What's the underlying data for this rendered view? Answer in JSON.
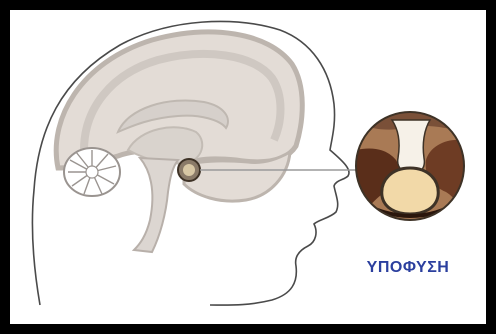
{
  "diagram": {
    "label": "ΥΠΟΦΥΣΗ",
    "colors": {
      "frame": "#000000",
      "outline": "#4a4a4a",
      "brain_fill": "#e3dcd6",
      "brain_dark": "#c8c3bf",
      "label": "#2b3f9e",
      "gland": "#f2d9a8",
      "tissue_dark": "#5a2e1a",
      "tissue_mid": "#9c6d4a"
    },
    "icons": [
      "head-profile",
      "brain",
      "cerebellum",
      "pituitary-gland",
      "magnified-pituitary"
    ]
  }
}
